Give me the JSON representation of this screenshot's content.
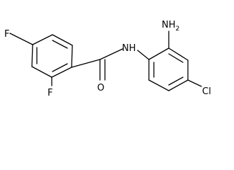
{
  "structure": {
    "atom_labels": {
      "fluorine_top": "F",
      "fluorine_bottom": "F",
      "amide_nh": "NH",
      "carbonyl_oxygen": "O",
      "amino_group": "NH2",
      "amino_group_main": "NH",
      "amino_group_sub": "2",
      "chlorine": "Cl"
    }
  }
}
